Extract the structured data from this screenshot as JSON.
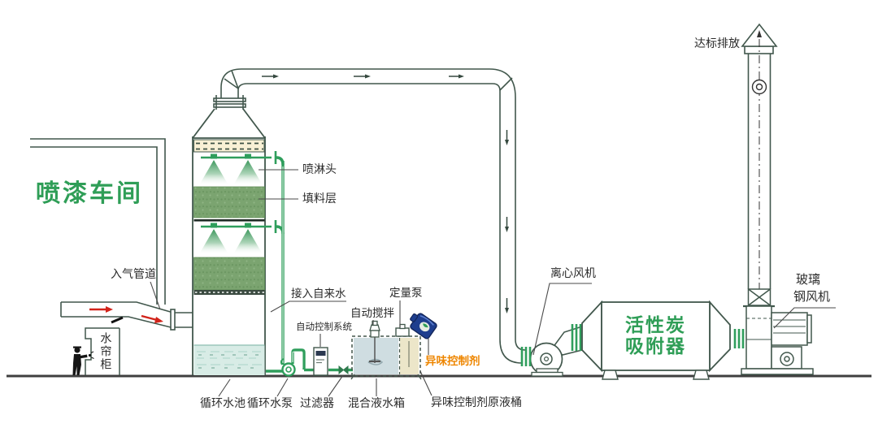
{
  "title": {
    "workshop": "喷漆车间"
  },
  "labels": {
    "inlet_duct": "入气管道",
    "water_curtain": "水帘柜",
    "spray_head": "喷淋头",
    "packing_layer": "填料层",
    "tap_water": "接入自来水",
    "auto_control": "自动控制系统",
    "auto_mixer": "自动搅拌",
    "metering_pump": "定量泵",
    "odor_agent": "异味控制剂",
    "circulating_pool": "循环水池",
    "circulating_pump": "循环水泵",
    "filter": "过滤器",
    "mixing_tank": "混合液水箱",
    "odor_agent_barrel": "异味控制剂原液桶",
    "centrifugal_fan": "离心风机",
    "carbon_adsorber_line1": "活性炭",
    "carbon_adsorber_line2": "吸附器",
    "frp_fan_line1": "玻璃",
    "frp_fan_line2": "钢风机",
    "discharge": "达标排放"
  },
  "colors": {
    "accent_green": "#2f9e57",
    "pipe_green": "#2f9e5c",
    "packing_green": "#7ba470",
    "odor_orange": "#ee8600",
    "arrow_red": "#d2231a",
    "line_dark": "#41574c",
    "water_blue": "#d8ece6",
    "jug_blue": "#1e3e8e",
    "demister_cream": "#f8f0d5"
  }
}
